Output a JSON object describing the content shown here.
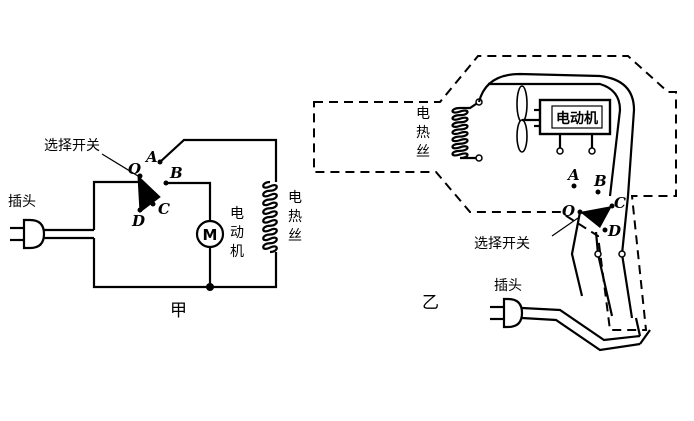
{
  "figure_a": {
    "caption": "甲",
    "plug_label": "插头",
    "switch_label": "选择开关",
    "motor_label": "电动机",
    "motor_symbol": "M",
    "heater_label": "电热丝",
    "terminals": {
      "o": "O",
      "a": "A",
      "b": "B",
      "c": "C",
      "d": "D"
    }
  },
  "figure_b": {
    "caption": "乙",
    "plug_label": "插头",
    "switch_label": "选择开关",
    "motor_label": "电动机",
    "heater_label": "电热丝",
    "terminals": {
      "o": "O",
      "a": "A",
      "b": "B",
      "c": "C",
      "d": "D"
    }
  }
}
